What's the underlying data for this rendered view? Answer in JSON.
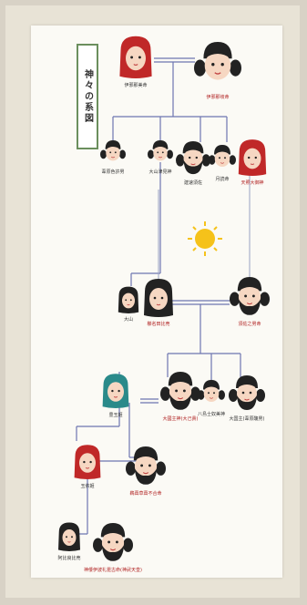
{
  "title": "神々の系図",
  "colors": {
    "red_name": "#b02020",
    "line_blue": "#6e76b0",
    "line_gray": "#9aa2c4",
    "hair_black": "#222222",
    "skin": "#f6d7c2",
    "sun": "#f5c21a",
    "moon": "#e8c020"
  },
  "people": [
    {
      "id": "izanami",
      "label": "伊邪那美命",
      "color": "black",
      "icon": "goddess-red-hair-icon"
    },
    {
      "id": "izanagi",
      "label": "伊邪那岐命",
      "color": "red",
      "icon": "god-black-hair-icon"
    },
    {
      "id": "p3",
      "label": "葦原色許男",
      "color": "black",
      "icon": "god-small-icon"
    },
    {
      "id": "p4",
      "label": "大山津見神",
      "color": "black",
      "icon": "god-small-icon"
    },
    {
      "id": "tsukuyomi",
      "label": "建速須佐",
      "color": "black",
      "icon": "god-bearded-icon"
    },
    {
      "id": "p6",
      "label": "月読命",
      "color": "black",
      "icon": "god-small-icon"
    },
    {
      "id": "amaterasu",
      "label": "天照大御神",
      "color": "red",
      "icon": "goddess-red-hair-icon"
    },
    {
      "id": "p8",
      "label": "大山",
      "color": "black",
      "icon": "goddess-small-icon"
    },
    {
      "id": "kushinada",
      "label": "櫛名田比売",
      "color": "red",
      "icon": "goddess-black-hair-icon"
    },
    {
      "id": "susanoo",
      "label": "須佐之男命",
      "color": "red",
      "icon": "god-bearded-icon"
    },
    {
      "id": "p11",
      "label": "豊玉姫",
      "color": "black",
      "icon": "goddess-teal-hair-icon"
    },
    {
      "id": "okuninushi",
      "label": "大國主神(大己貴)",
      "color": "red",
      "icon": "god-bearded-icon"
    },
    {
      "id": "p13",
      "label": "八島士奴美神",
      "color": "black",
      "icon": "god-small-icon"
    },
    {
      "id": "p14",
      "label": "大国主(葦原醜男)",
      "color": "black",
      "icon": "god-bearded-icon"
    },
    {
      "id": "p15",
      "label": "玉依姫",
      "color": "black",
      "icon": "goddess-red-hair-icon"
    },
    {
      "id": "ugaya",
      "label": "鵜葺草葺不合命",
      "color": "red",
      "icon": "god-bearded-icon"
    },
    {
      "id": "p17",
      "label": "阿比良比売",
      "color": "black",
      "icon": "goddess-small-icon"
    },
    {
      "id": "jimmu",
      "label": "神倭伊波礼毘古命(神武天皇)",
      "color": "red",
      "icon": "god-bearded-icon"
    }
  ],
  "symbols": {
    "moon": "moon-icon",
    "sun": "sun-icon"
  }
}
